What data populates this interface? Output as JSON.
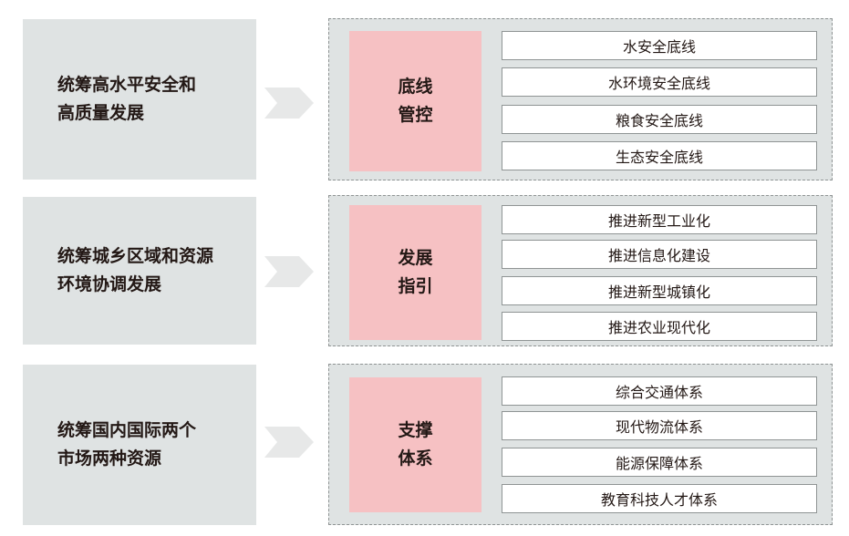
{
  "colors": {
    "goal_bg": "#dfe3e3",
    "category_bg": "#f6c1c3",
    "arrow": "#e7e8e8",
    "dashed_border": "#8f9494"
  },
  "rows": [
    {
      "goal": "统筹高水平安全和\n高质量发展",
      "category": "底线\n管控",
      "items": [
        "水安全底线",
        "水环境安全底线",
        "粮食安全底线",
        "生态安全底线"
      ]
    },
    {
      "goal": "统筹城乡区域和资源\n环境协调发展",
      "category": "发展\n指引",
      "items": [
        "推进新型工业化",
        "推进信息化建设",
        "推进新型城镇化",
        "推进农业现代化"
      ]
    },
    {
      "goal": "统筹国内国际两个\n市场两种资源",
      "category": "支撑\n体系",
      "items": [
        "综合交通体系",
        "现代物流体系",
        "能源保障体系",
        "教育科技人才体系"
      ]
    }
  ]
}
